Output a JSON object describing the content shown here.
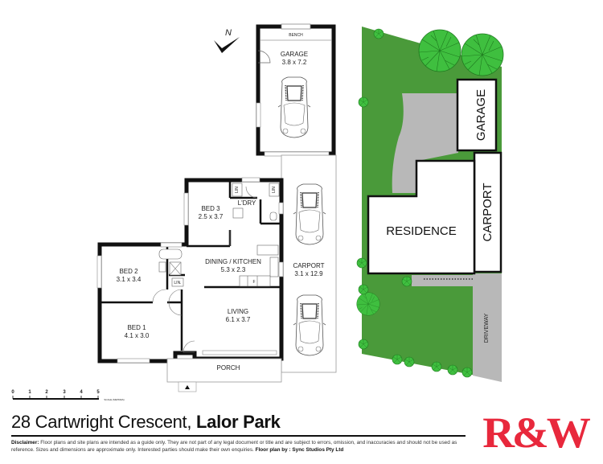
{
  "floorplan": {
    "north_label": "N",
    "rooms": [
      {
        "id": "garage",
        "name": "GARAGE",
        "size": "3.8 x 7.2"
      },
      {
        "id": "bench",
        "name": "BENCH"
      },
      {
        "id": "bed3",
        "name": "BED 3",
        "size": "2.5 x 3.7"
      },
      {
        "id": "laundry",
        "name": "L'DRY"
      },
      {
        "id": "dining",
        "name": "DINING / KITCHEN",
        "size": "5.3 x 2.3"
      },
      {
        "id": "bed2",
        "name": "BED 2",
        "size": "3.1 x 3.4"
      },
      {
        "id": "bed1",
        "name": "BED 1",
        "size": "4.1 x 3.0"
      },
      {
        "id": "living",
        "name": "LIVING",
        "size": "6.1 x 3.7"
      },
      {
        "id": "porch",
        "name": "PORCH"
      },
      {
        "id": "carport",
        "name": "CARPORT",
        "size": "3.1 x 12.9"
      }
    ],
    "small_labels": {
      "lin": "LIN",
      "lin_dot": "LIN.",
      "fridge": "F"
    },
    "scale": {
      "ticks": [
        "0",
        "1",
        "2",
        "3",
        "4",
        "5"
      ],
      "unit_label": "SCALE (METRES)"
    }
  },
  "siteplan": {
    "buildings": {
      "residence": "RESIDENCE",
      "garage": "GARAGE",
      "carport": "CARPORT",
      "driveway": "DRIVEWAY"
    },
    "colors": {
      "lawn": "#4a9a3a",
      "tree": "#3fbf3f",
      "paving": "#b8b8b8"
    }
  },
  "footer": {
    "address_street": "28 Cartwright Crescent,",
    "address_suburb": "Lalor Park",
    "disclaimer_label": "Disclaimer:",
    "disclaimer_text": " Floor plans and site plans are intended as a guide only. They are not part of any legal document or title and are subject to errors, omission, and inaccuracies and should not be used as reference. Sizes and dimensions are approximate only. Interested parties should make their own enquiries.",
    "credit": " Floor plan by : Sync Studios Pty Ltd",
    "logo_text": "R&W",
    "logo_color": "#e8283c"
  }
}
